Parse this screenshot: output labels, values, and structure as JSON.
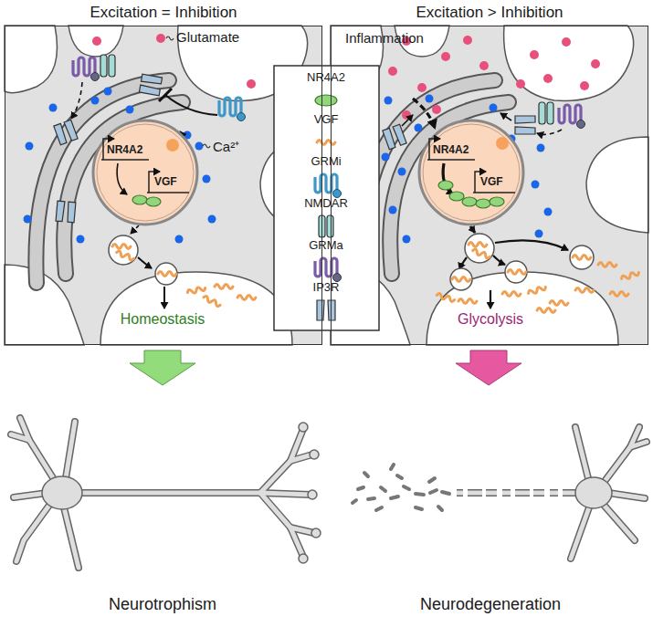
{
  "diagram": {
    "nodes": [
      {
        "text": [
          "Excitation = Inhibition"
        ]
      },
      {
        "text": [
          "NR4A2",
          "VGF"
        ],
        "in": 0
      },
      {
        "text": [
          "Excitation > Inhibition"
        ]
      },
      {
        "text": [
          "NR4A2",
          "VGF"
        ],
        "in": 2
      }
    ],
    "labels": [
      "Glutamate",
      "Ca²⁺",
      "Inflammation",
      "Homeostasis",
      "Glycolysis",
      "Neurotrophism",
      "Neurodegeneration"
    ],
    "legend": [
      {
        "text": "NR4A2"
      },
      {
        "text": "VGF"
      },
      {
        "text": "GRMi"
      },
      {
        "text": "NMDAR"
      },
      {
        "text": "GRMa"
      },
      {
        "text": "IP3R"
      }
    ]
  }
}
